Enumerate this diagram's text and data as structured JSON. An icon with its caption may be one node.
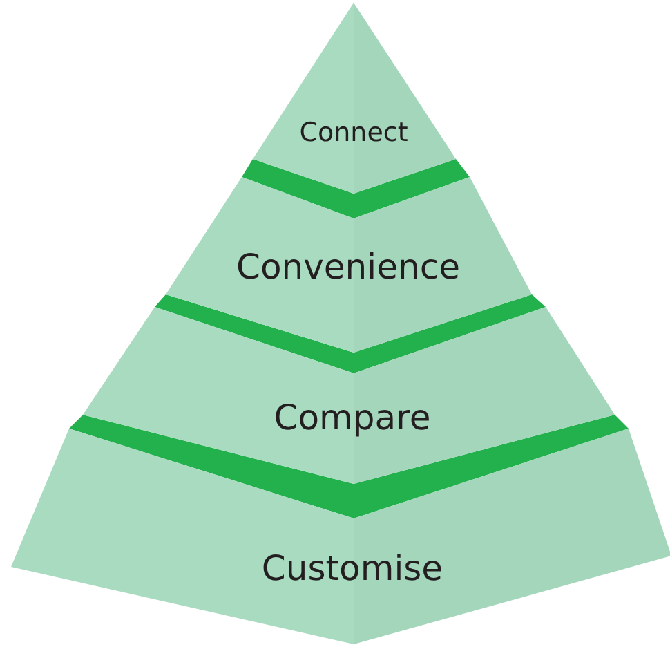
{
  "diagram": {
    "nodes": [
      {
        "text": [
          "Connect"
        ]
      },
      {
        "text": [
          "Convenience"
        ]
      },
      {
        "text": [
          "Compare"
        ]
      },
      {
        "text": [
          "Customise"
        ]
      }
    ]
  }
}
